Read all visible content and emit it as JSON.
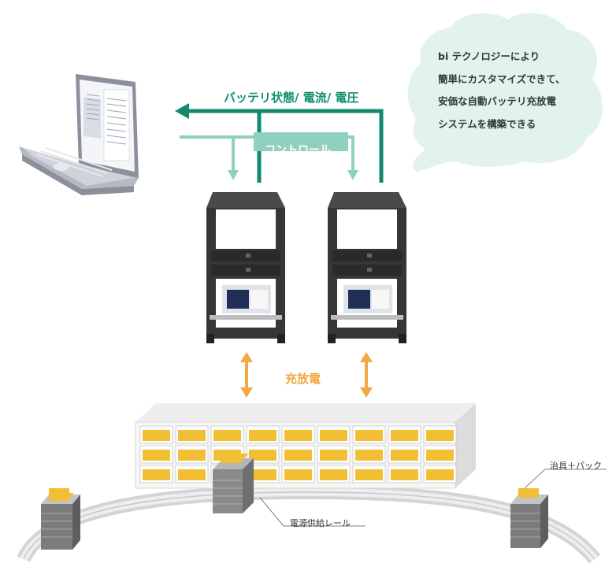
{
  "labels": {
    "status_flow": "バッテリ状態/ 電流/ 電圧",
    "control_flow": "コントロール",
    "charge_discharge": "充放電",
    "jig_pack": "治具＋パック",
    "power_rail": "電源供給レール"
  },
  "bubble": {
    "lines": [
      "bi テクノロジーにより",
      "簡単にカスタマイズできて、",
      "安価な自動バッテリ充放電",
      "システムを構築できる"
    ]
  },
  "colors": {
    "status_arrow": "#128a6e",
    "control_arrow": "#8fd0c0",
    "charge_arrow": "#f2a845",
    "bubble_fill": "#e2f2ec",
    "rack": "#3a3a3a",
    "battery": "#f2be34",
    "laptop": "#9aa0ad"
  }
}
